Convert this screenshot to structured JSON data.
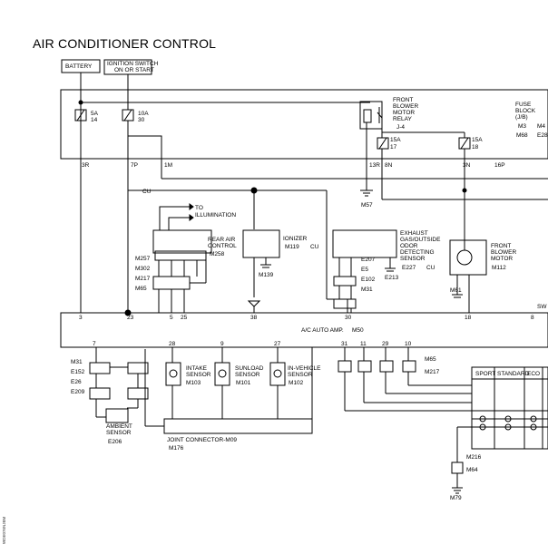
{
  "title": "AIR CONDITIONER CONTROL",
  "side_code": "WDE076NJBM",
  "labels": {
    "battery": "BATTERY",
    "ign1": "IGNITION SWITCH",
    "ign2": "ON OR START",
    "fuse_5a": "5A",
    "fuse_5a_no": "14",
    "fuse_10a": "10A",
    "fuse_10a_no": "30",
    "fuse_15a": "15A",
    "fuse_15a_a_no": "17",
    "fuse_15a_b_no": "18",
    "fuse_block_1": "FUSE",
    "fuse_block_2": "BLOCK",
    "fuse_block_3": "(J/B)",
    "fb_c1": "M3",
    "fb_c2": "M4",
    "fb_c3": "M68",
    "fb_c4": "E28",
    "relay_1": "FRONT",
    "relay_2": "BLOWER",
    "relay_3": "MOTOR",
    "relay_4": "RELAY",
    "relay_conn": "J-4",
    "term_3r": "3R",
    "term_7p": "7P",
    "term_1m": "1M",
    "term_13r": "13R",
    "term_8n": "8N",
    "term_3n": "3N",
    "term_16p": "16P",
    "cu": "CU",
    "to_illum_1": "TO",
    "to_illum_2": "ILLUMINATION",
    "rac_1": "REAR AIR",
    "rac_2": "CONTROL",
    "rac_conn": "M258",
    "ionizer": "IONIZER",
    "ion_conn": "M119",
    "exhaust_1": "EXHAUST",
    "exhaust_2": "GAS/OUTSIDE",
    "exhaust_3": "ODOR",
    "exhaust_4": "DETECTING",
    "exhaust_5": "SENSOR",
    "ex_conn": "E227",
    "fbm_1": "FRONT",
    "fbm_2": "BLOWER",
    "fbm_3": "MOTOR",
    "fbm_conn": "M112",
    "m257": "M257",
    "m302": "M302",
    "m217": "M217",
    "m65": "M65",
    "m57": "M57",
    "m139": "M139",
    "e207": "E207",
    "e213": "E213",
    "e5": "E5",
    "e102": "E102",
    "m31": "M31",
    "m61": "M61",
    "amp": "A/C AUTO AMP.",
    "amp_conn": "M50",
    "sw": "SW",
    "p3": "3",
    "p23": "23",
    "p5": "5",
    "p25": "25",
    "p38": "38",
    "p30": "30",
    "p18": "18",
    "p8": "8",
    "p7": "7",
    "p28": "28",
    "p9": "9",
    "p27": "27",
    "p31": "31",
    "p11": "11",
    "p29": "29",
    "p10": "10",
    "intake_1": "INTAKE",
    "intake_2": "SENSOR",
    "intake_conn": "M103",
    "sunload_1": "SUNLOAD",
    "sunload_2": "SENSOR",
    "sunload_conn": "M101",
    "invehicle_1": "IN-VEHICLE",
    "invehicle_2": "SENSOR",
    "invehicle_conn": "M102",
    "ambient_1": "AMBIENT",
    "ambient_2": "SENSOR",
    "ambient_conn": "E206",
    "e152": "E152",
    "e26": "E26",
    "e209": "E209",
    "jc": "JOINT CONNECTOR-M09",
    "jc_conn": "M176",
    "sport": "SPORT",
    "standard": "STANDARD",
    "eco": "ECO",
    "m216": "M216",
    "m64": "M64",
    "m79": "M79"
  }
}
